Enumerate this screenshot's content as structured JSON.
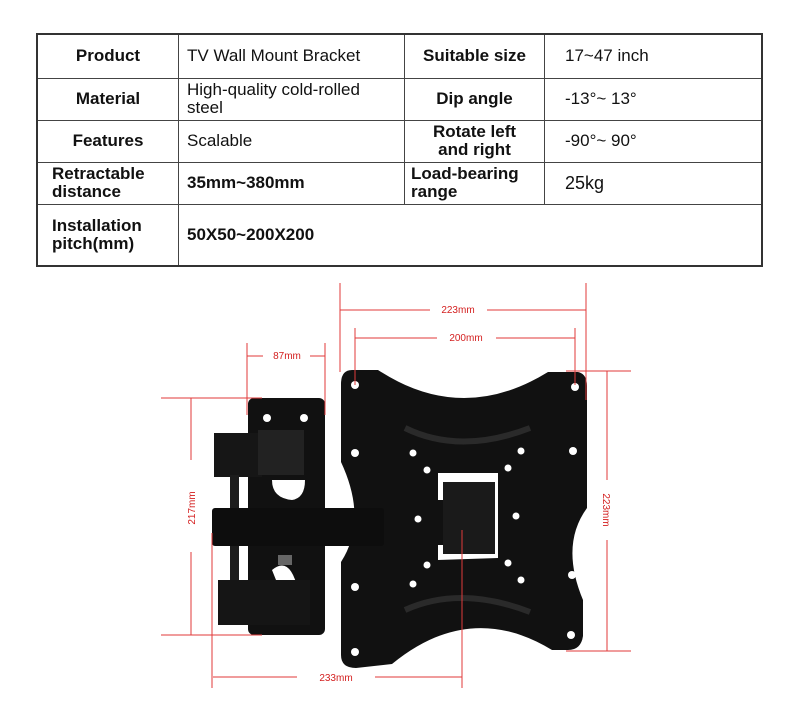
{
  "specs": {
    "rows": [
      {
        "label1": "Product",
        "value1": "TV Wall Mount Bracket",
        "label2": "Suitable size",
        "value2": "17~47 inch"
      },
      {
        "label1": "Material",
        "value1": "High-quality cold-rolled steel",
        "label2": "Dip angle",
        "value2": "-13°~ 13°"
      },
      {
        "label1": "Features",
        "value1": "Scalable",
        "label2": "Rotate left and right",
        "value2": "-90°~ 90°"
      },
      {
        "label1": "Retractable distance",
        "value1": "35mm~380mm",
        "label2": "Load-bearing range",
        "value2": "25kg"
      },
      {
        "label1": "Installation pitch(mm)",
        "value1": "50X50~200X200"
      }
    ]
  },
  "dimensions": {
    "plate_width": "223mm",
    "hole_spacing": "200mm",
    "wall_plate_width": "87mm",
    "wall_plate_height": "217mm",
    "plate_height": "223mm",
    "extension": "233mm"
  },
  "colors": {
    "dimension_line": "#e03a3a",
    "bracket": "#111111"
  }
}
